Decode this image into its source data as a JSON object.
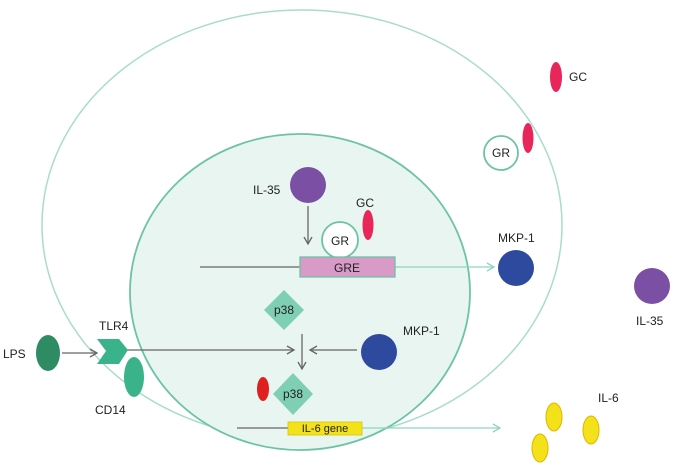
{
  "labels": {
    "gc_outside": "GC",
    "gr_cytoplasm": "GR",
    "il35_nucleus": "IL-35",
    "gc_nucleus": "GC",
    "gr_nucleus": "GR",
    "gre": "GRE",
    "mkp1_right": "MKP-1",
    "il35_outside": "IL-35",
    "p38_top": "p38",
    "lps": "LPS",
    "tlr4": "TLR4",
    "mkp1_center": "MKP-1",
    "cd14": "CD14",
    "p38_bottom": "p38",
    "il6_gene": "IL-6 gene",
    "il6": "IL-6"
  },
  "colors": {
    "cell_outline": "#a8dccb",
    "nucleus_fill": "#e8f5f0",
    "nucleus_outline": "#6cc3a5",
    "gc_red": "#e8265a",
    "purple": "#7b4fa3",
    "blue": "#2e4a9e",
    "teal_diamond": "#7fcfb5",
    "gre_pink": "#d89bc8",
    "lps_green": "#2e8b63",
    "tlr4_green": "#3ab38a",
    "il6_yellow": "#f3e21a",
    "arrow_gray": "#666666"
  }
}
